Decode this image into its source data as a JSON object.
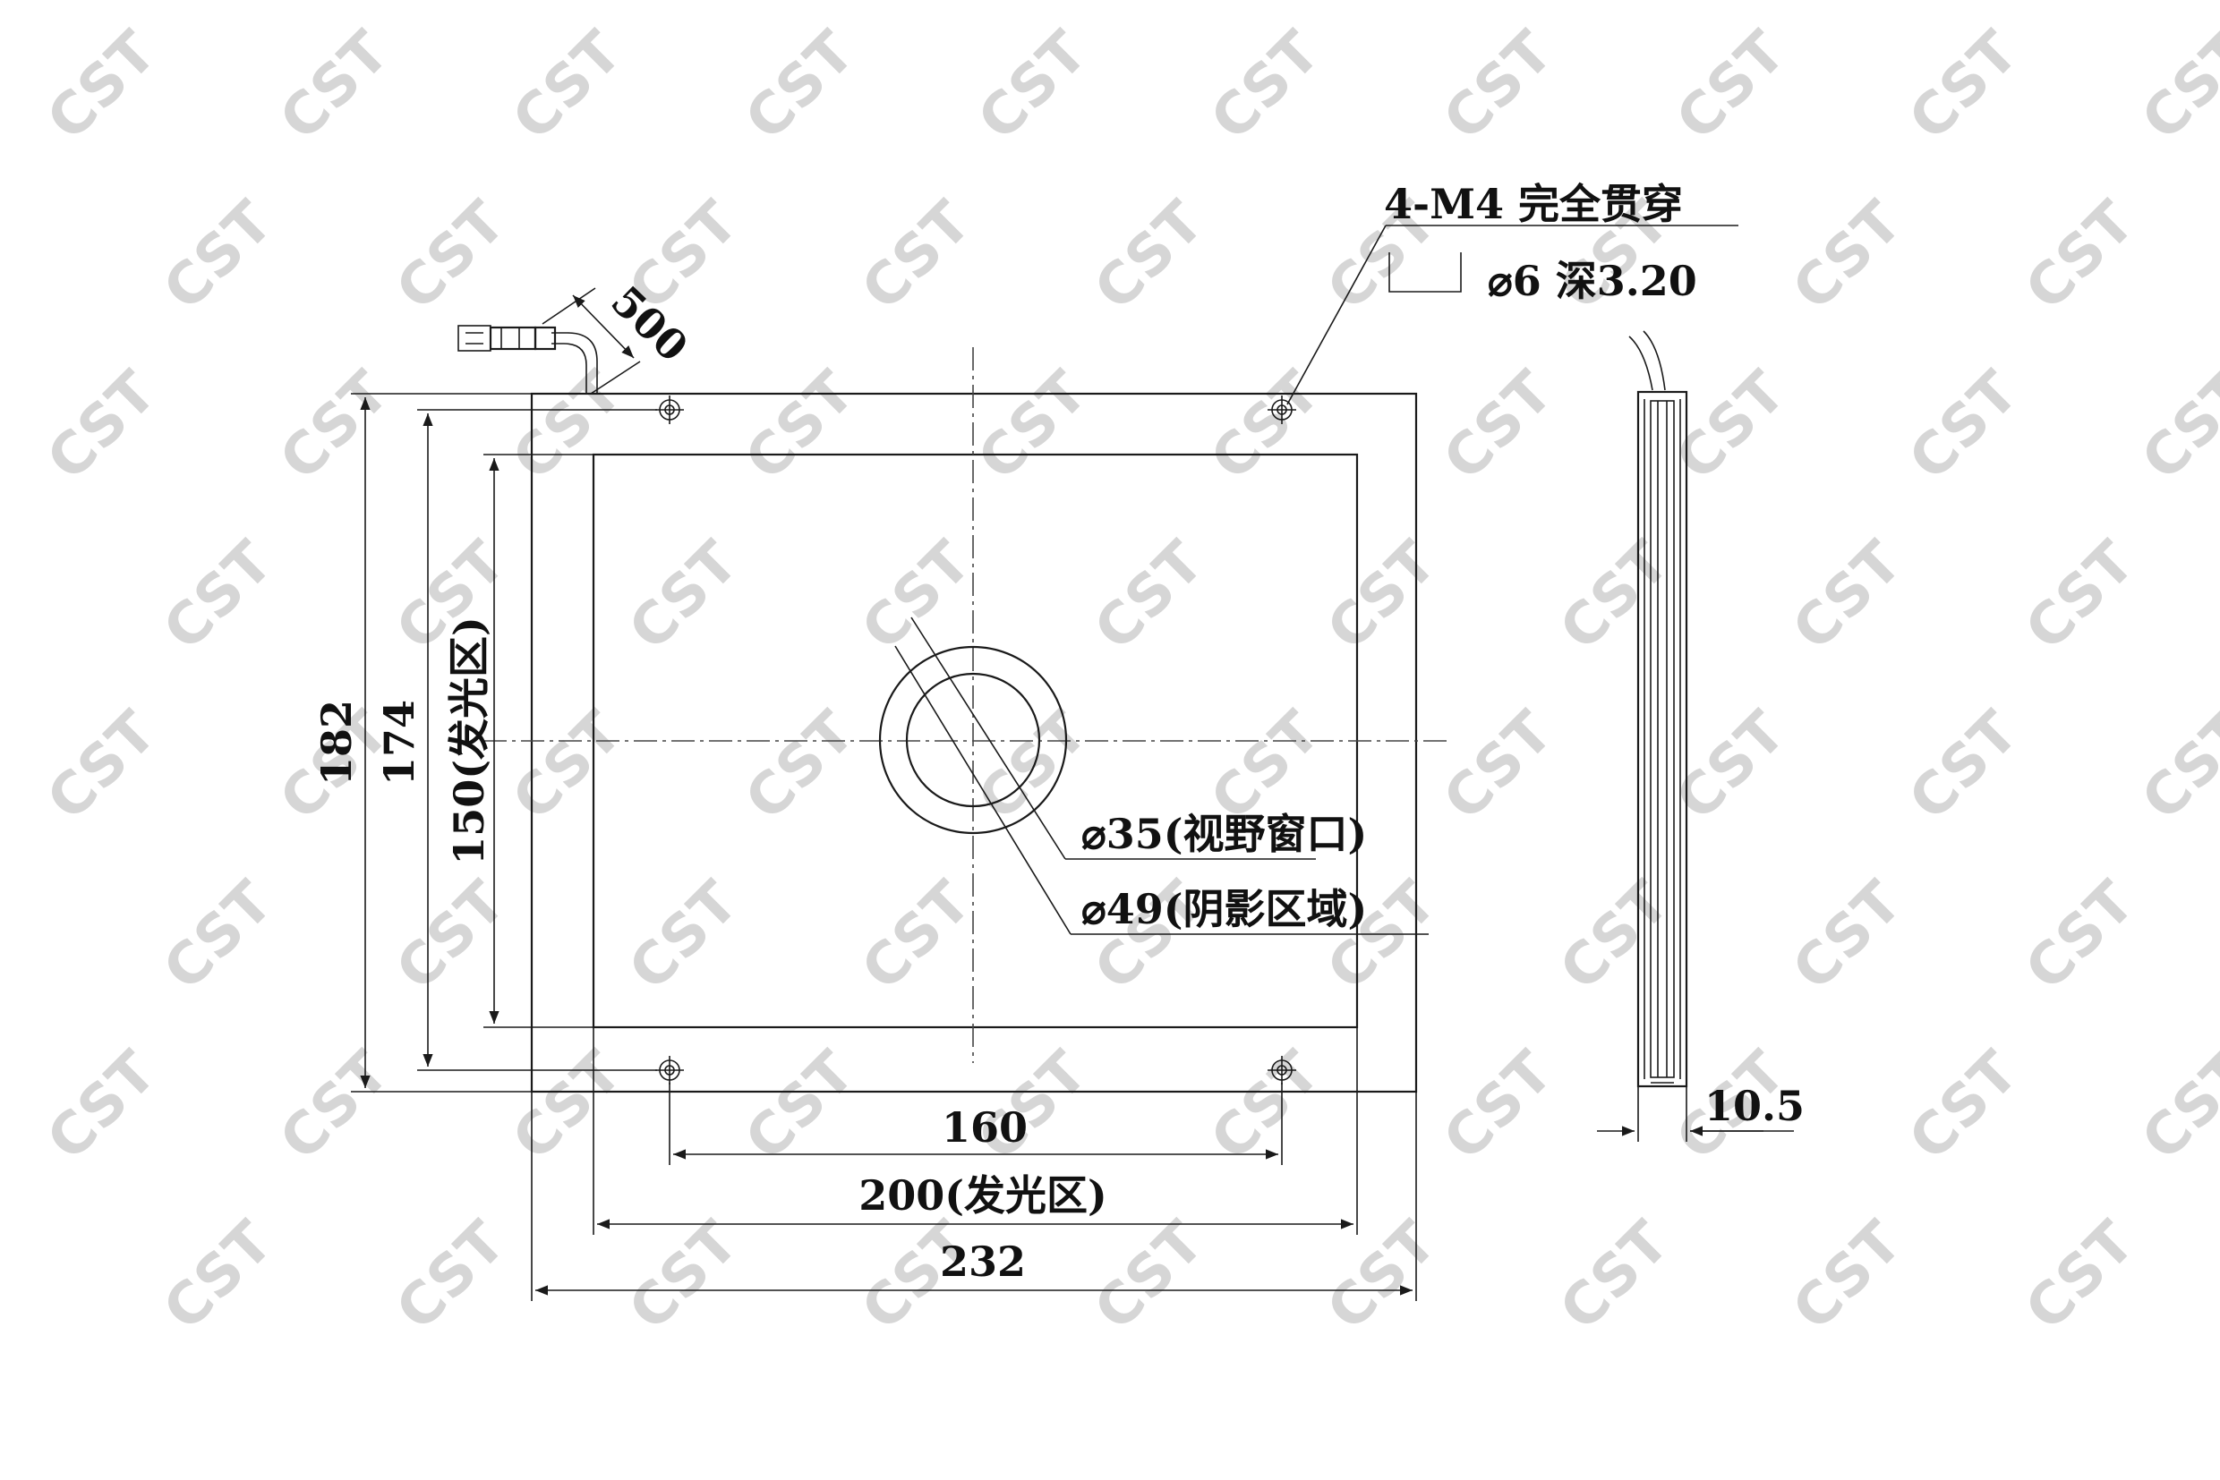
{
  "watermark": "CST",
  "colors": {
    "line": "#1a1a1a",
    "background": "#ffffff",
    "watermark": "#d6d6d6"
  },
  "labels": {
    "cable_length": "500",
    "hole_spec": "4-M4 完全贯穿",
    "counterbore": "⌀6 深3.20",
    "height_outer": "182",
    "height_holes": "174",
    "height_emit": "150(发光区)",
    "window_dia": "⌀35(视野窗口)",
    "shadow_dia": "⌀49(阴影区域)",
    "width_holes": "160",
    "width_emit": "200(发光区)",
    "width_outer": "232",
    "thickness": "10.5"
  }
}
